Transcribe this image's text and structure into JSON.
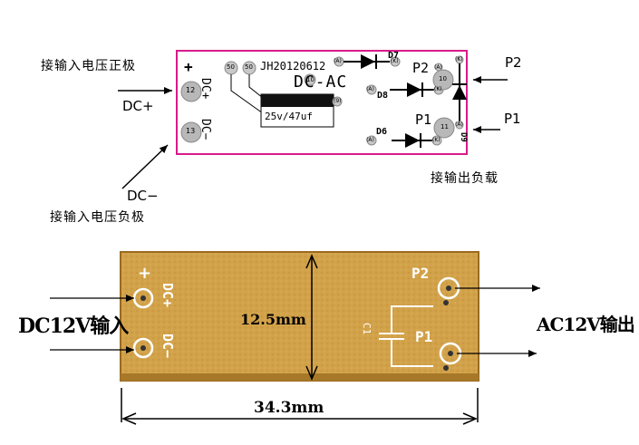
{
  "top": {
    "input_positive_label": "接输入电压正极",
    "input_negative_label": "接输入电压负极",
    "dc_plus": "DC+",
    "dc_minus": "DC−",
    "output_load_label": "接输出负载",
    "p2": "P2",
    "p1": "P1",
    "board": {
      "plus": "+",
      "dc_plus": "DC+",
      "dc_minus": "DC−",
      "code": "JH20120612",
      "title": "DC-AC",
      "capacitor": "25v/47uf",
      "d6": "D6",
      "d7": "D7",
      "d8": "D8",
      "d9": "D9",
      "p2": "P2",
      "p1": "P1",
      "pad_12": "12",
      "pad_13": "13",
      "pad_10": "10",
      "pad_11": "11",
      "pad_50a": "50",
      "pad_50b": "50",
      "small_a": "(A)",
      "small_k": "(K)",
      "small_9": "(9)"
    }
  },
  "bottom": {
    "input_label": "DC12V输入",
    "output_label": "AC12V输出",
    "height_dim": "12.5mm",
    "width_dim": "34.3mm",
    "plus": "+",
    "dc_plus": "DC+",
    "dc_minus": "DC−",
    "p2": "P2",
    "p1": "P1",
    "c_label": "C1"
  },
  "colors": {
    "board_outline": "#d81b8c",
    "pad_gray": "#b8b8b8",
    "pcb_base": "#d4a64c",
    "pcb_dark": "#b58430"
  }
}
